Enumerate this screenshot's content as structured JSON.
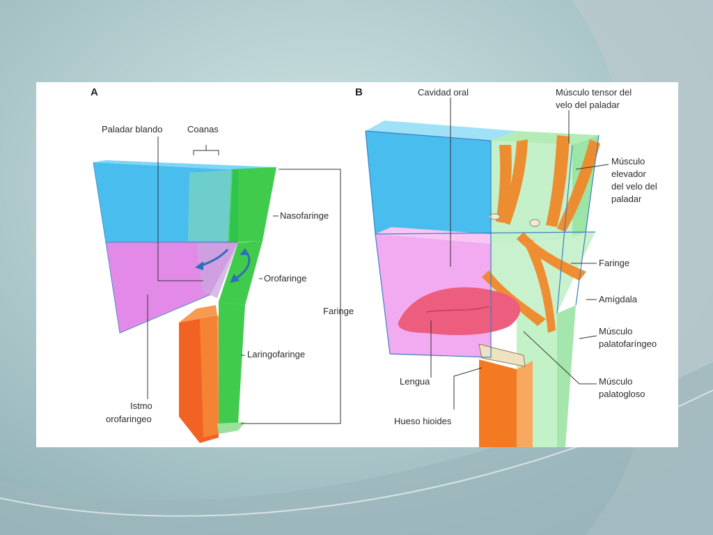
{
  "colors": {
    "background": "#a9c3c6",
    "nasopharynx": "#35b7ec",
    "oropharynx": "#e07de6",
    "laryngopharynx": "#f15a16",
    "pharynx_wall": "#2cc53a",
    "muscle": "#f0882a",
    "tongue": "#ec5d7e"
  },
  "panelA": {
    "letter": "A",
    "labels": {
      "paladar_blando": "Paladar blando",
      "coanas": "Coanas",
      "nasofaringe": "Nasofaringe",
      "orofaringe": "Orofaringe",
      "faringe": "Faringe",
      "laringofaringe": "Laringofaringe",
      "istmo_1": "Istmo",
      "istmo_2": "orofaringeo"
    }
  },
  "panelB": {
    "letter": "B",
    "labels": {
      "cavidad_oral": "Cavidad oral",
      "tensor_1": "Músculo tensor del",
      "tensor_2": "velo del paladar",
      "elevador_1": "Músculo",
      "elevador_2": "elevador",
      "elevador_3": "del velo del",
      "elevador_4": "paladar",
      "faringe": "Faringe",
      "amigdala": "Amígdala",
      "palatofaringeo_1": "Músculo",
      "palatofaringeo_2": "palatofaríngeo",
      "palatogloso_1": "Músculo",
      "palatogloso_2": "palatogloso",
      "lengua": "Lengua",
      "hueso_hioides": "Hueso hioides"
    }
  }
}
